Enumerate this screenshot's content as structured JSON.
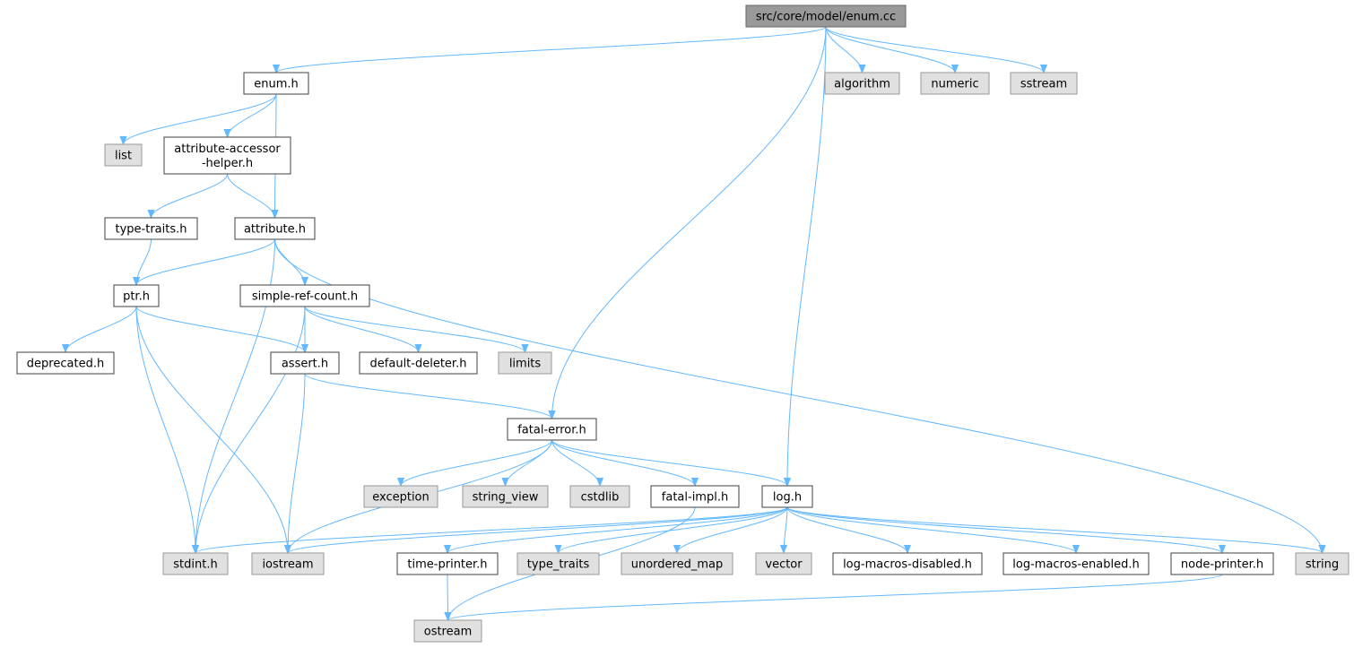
{
  "title": "src/core/model/enum.cc",
  "colors": {
    "edge": "#63b8ff",
    "local_fill": "#ffffff",
    "local_stroke": "#404040",
    "system_fill": "#e0e0e0",
    "system_stroke": "#999999",
    "root_fill": "#999999"
  },
  "nodes": [
    {
      "id": "enum_cc",
      "label": "src/core/model/enum.cc",
      "kind": "root"
    },
    {
      "id": "enum_h",
      "label": "enum.h",
      "kind": "local"
    },
    {
      "id": "algorithm",
      "label": "algorithm",
      "kind": "system"
    },
    {
      "id": "numeric",
      "label": "numeric",
      "kind": "system"
    },
    {
      "id": "sstream",
      "label": "sstream",
      "kind": "system"
    },
    {
      "id": "list",
      "label": "list",
      "kind": "system"
    },
    {
      "id": "aah",
      "label": "attribute-accessor\n-helper.h",
      "kind": "local"
    },
    {
      "id": "type_traits_h",
      "label": "type-traits.h",
      "kind": "local"
    },
    {
      "id": "attribute_h",
      "label": "attribute.h",
      "kind": "local"
    },
    {
      "id": "ptr_h",
      "label": "ptr.h",
      "kind": "local"
    },
    {
      "id": "src_h",
      "label": "simple-ref-count.h",
      "kind": "local"
    },
    {
      "id": "deprecated_h",
      "label": "deprecated.h",
      "kind": "local"
    },
    {
      "id": "assert_h",
      "label": "assert.h",
      "kind": "local"
    },
    {
      "id": "default_deleter_h",
      "label": "default-deleter.h",
      "kind": "local"
    },
    {
      "id": "limits",
      "label": "limits",
      "kind": "system"
    },
    {
      "id": "fatal_error_h",
      "label": "fatal-error.h",
      "kind": "local"
    },
    {
      "id": "exception",
      "label": "exception",
      "kind": "system"
    },
    {
      "id": "string_view",
      "label": "string_view",
      "kind": "system"
    },
    {
      "id": "cstdlib",
      "label": "cstdlib",
      "kind": "system"
    },
    {
      "id": "fatal_impl_h",
      "label": "fatal-impl.h",
      "kind": "local"
    },
    {
      "id": "log_h",
      "label": "log.h",
      "kind": "local"
    },
    {
      "id": "stdint_h",
      "label": "stdint.h",
      "kind": "system"
    },
    {
      "id": "iostream",
      "label": "iostream",
      "kind": "system"
    },
    {
      "id": "time_printer_h",
      "label": "time-printer.h",
      "kind": "local"
    },
    {
      "id": "type_traits",
      "label": "type_traits",
      "kind": "system"
    },
    {
      "id": "unordered_map",
      "label": "unordered_map",
      "kind": "system"
    },
    {
      "id": "vector",
      "label": "vector",
      "kind": "system"
    },
    {
      "id": "lmd_h",
      "label": "log-macros-disabled.h",
      "kind": "local"
    },
    {
      "id": "lme_h",
      "label": "log-macros-enabled.h",
      "kind": "local"
    },
    {
      "id": "node_printer_h",
      "label": "node-printer.h",
      "kind": "local"
    },
    {
      "id": "string",
      "label": "string",
      "kind": "system"
    },
    {
      "id": "ostream",
      "label": "ostream",
      "kind": "system"
    }
  ],
  "edges": [
    [
      "enum_cc",
      "enum_h"
    ],
    [
      "enum_cc",
      "algorithm"
    ],
    [
      "enum_cc",
      "numeric"
    ],
    [
      "enum_cc",
      "sstream"
    ],
    [
      "enum_cc",
      "fatal_error_h"
    ],
    [
      "enum_cc",
      "log_h"
    ],
    [
      "enum_h",
      "list"
    ],
    [
      "enum_h",
      "aah"
    ],
    [
      "enum_h",
      "attribute_h"
    ],
    [
      "aah",
      "type_traits_h"
    ],
    [
      "aah",
      "attribute_h"
    ],
    [
      "type_traits_h",
      "ptr_h"
    ],
    [
      "attribute_h",
      "ptr_h"
    ],
    [
      "attribute_h",
      "src_h"
    ],
    [
      "attribute_h",
      "stdint_h"
    ],
    [
      "attribute_h",
      "string"
    ],
    [
      "ptr_h",
      "deprecated_h"
    ],
    [
      "ptr_h",
      "assert_h"
    ],
    [
      "ptr_h",
      "stdint_h"
    ],
    [
      "ptr_h",
      "iostream"
    ],
    [
      "src_h",
      "assert_h"
    ],
    [
      "src_h",
      "default_deleter_h"
    ],
    [
      "src_h",
      "limits"
    ],
    [
      "src_h",
      "stdint_h"
    ],
    [
      "assert_h",
      "fatal_error_h"
    ],
    [
      "assert_h",
      "iostream"
    ],
    [
      "fatal_error_h",
      "exception"
    ],
    [
      "fatal_error_h",
      "string_view"
    ],
    [
      "fatal_error_h",
      "cstdlib"
    ],
    [
      "fatal_error_h",
      "fatal_impl_h"
    ],
    [
      "fatal_error_h",
      "log_h"
    ],
    [
      "fatal_error_h",
      "iostream"
    ],
    [
      "fatal_impl_h",
      "ostream"
    ],
    [
      "log_h",
      "stdint_h"
    ],
    [
      "log_h",
      "iostream"
    ],
    [
      "log_h",
      "time_printer_h"
    ],
    [
      "log_h",
      "type_traits"
    ],
    [
      "log_h",
      "unordered_map"
    ],
    [
      "log_h",
      "vector"
    ],
    [
      "log_h",
      "lmd_h"
    ],
    [
      "log_h",
      "lme_h"
    ],
    [
      "log_h",
      "node_printer_h"
    ],
    [
      "log_h",
      "string"
    ],
    [
      "time_printer_h",
      "ostream"
    ],
    [
      "node_printer_h",
      "ostream"
    ]
  ]
}
